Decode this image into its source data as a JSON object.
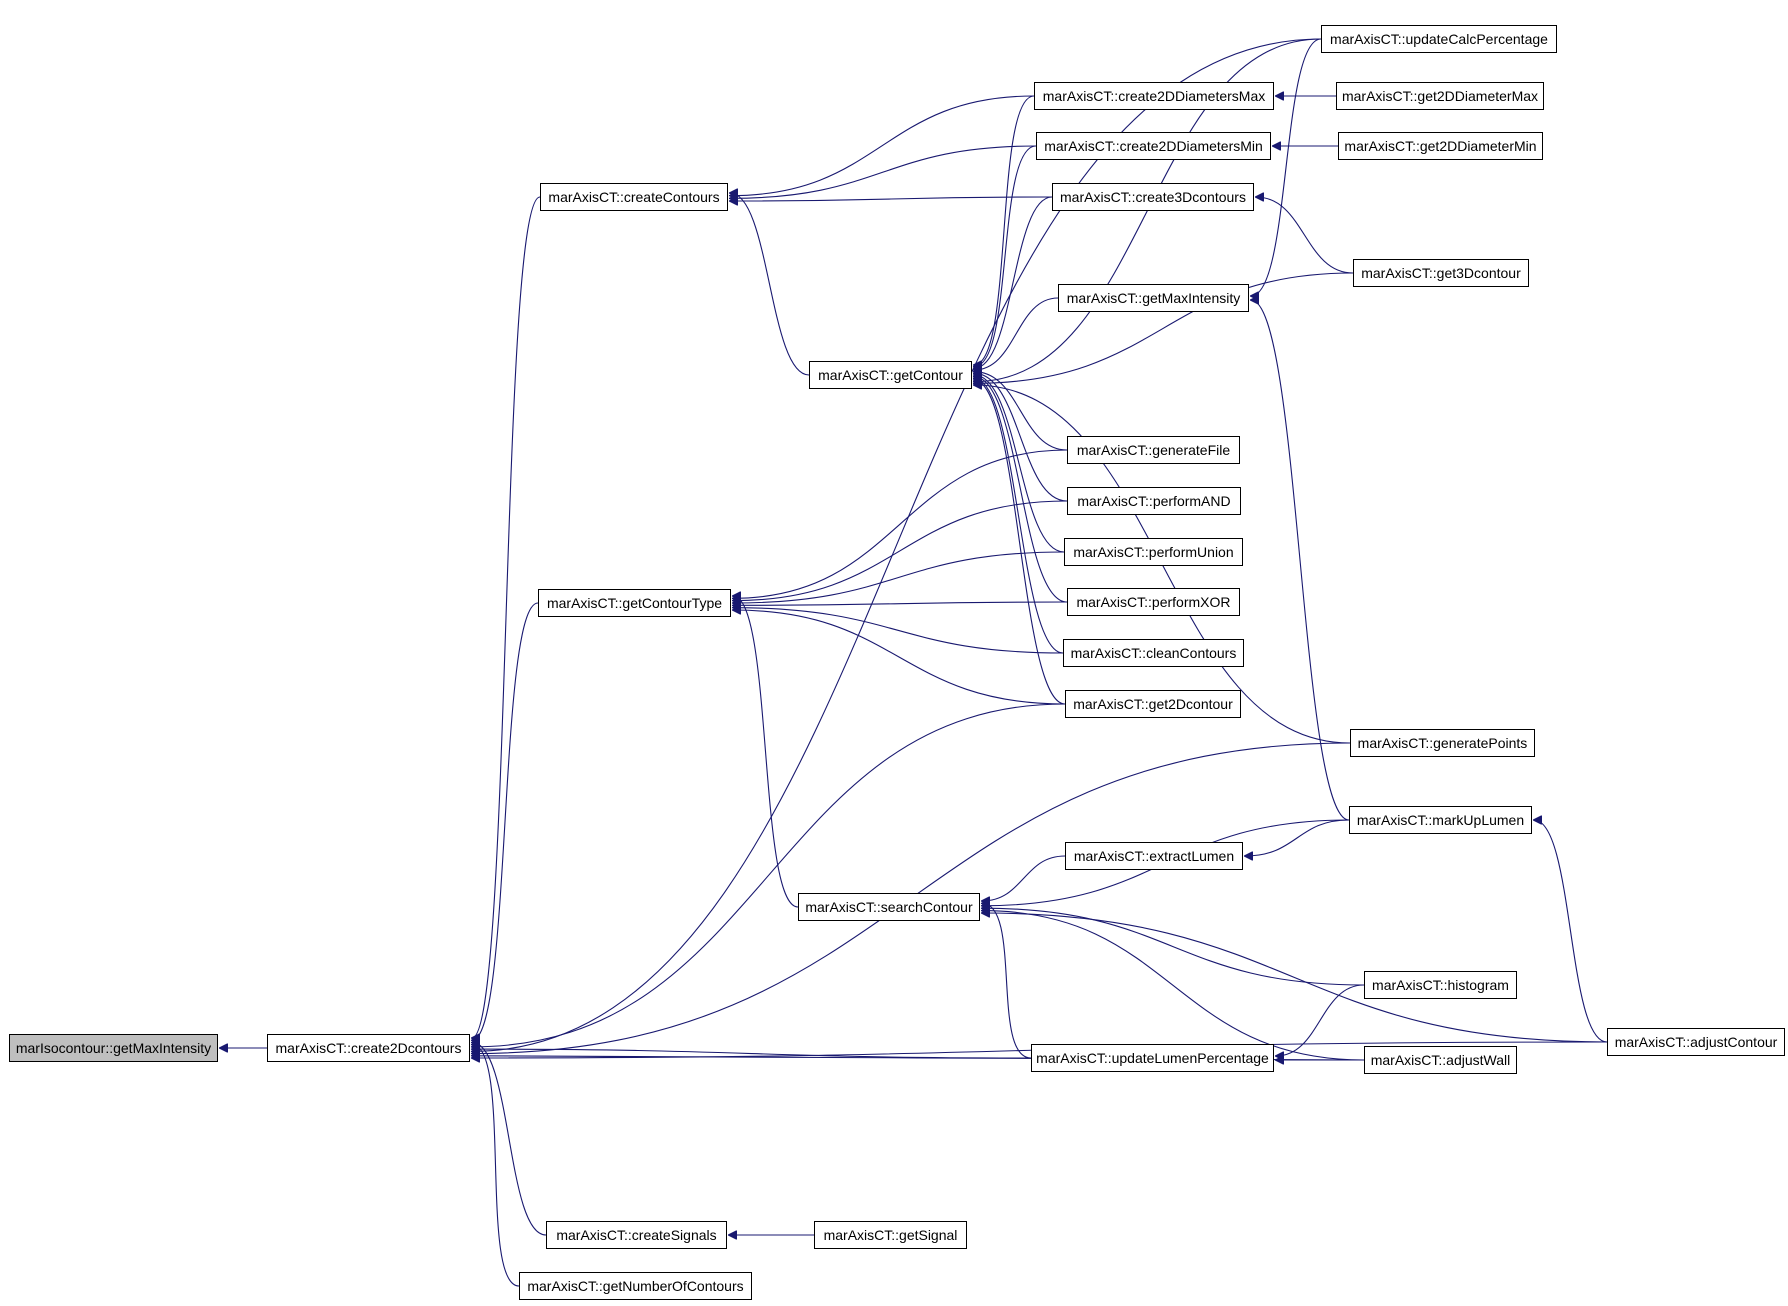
{
  "colors": {
    "edge": "#191970",
    "root_fill": "#bfbfbf",
    "node_fill": "#ffffff",
    "border": "#000000"
  },
  "nodes": {
    "n0": "marIsocontour::getMaxIntensity",
    "n1": "marAxisCT::create2Dcontours",
    "n2": "marAxisCT::createContours",
    "n3": "marAxisCT::getContourType",
    "n4": "marAxisCT::createSignals",
    "n5": "marAxisCT::getNumberOfContours",
    "n6": "marAxisCT::getContour",
    "n7": "marAxisCT::searchContour",
    "n8": "marAxisCT::create2DDiametersMax",
    "n9": "marAxisCT::create2DDiametersMin",
    "n10": "marAxisCT::create3Dcontours",
    "n11": "marAxisCT::getMaxIntensity",
    "n12": "marAxisCT::generateFile",
    "n13": "marAxisCT::performAND",
    "n14": "marAxisCT::performUnion",
    "n15": "marAxisCT::performXOR",
    "n16": "marAxisCT::cleanContours",
    "n17": "marAxisCT::get2Dcontour",
    "n18": "marAxisCT::extractLumen",
    "n19": "marAxisCT::updateLumenPercentage",
    "n20": "marAxisCT::getSignal",
    "n21": "marAxisCT::updateCalcPercentage",
    "n22": "marAxisCT::get2DDiameterMax",
    "n23": "marAxisCT::get2DDiameterMin",
    "n24": "marAxisCT::get3Dcontour",
    "n25": "marAxisCT::generatePoints",
    "n26": "marAxisCT::markUpLumen",
    "n27": "marAxisCT::histogram",
    "n28": "marAxisCT::adjustWall",
    "n29": "marAxisCT::adjustContour"
  },
  "edges": [
    [
      "n1",
      "n0"
    ],
    [
      "n2",
      "n1"
    ],
    [
      "n3",
      "n1"
    ],
    [
      "n4",
      "n1"
    ],
    [
      "n5",
      "n1"
    ],
    [
      "n17",
      "n1"
    ],
    [
      "n19",
      "n1"
    ],
    [
      "n21",
      "n1"
    ],
    [
      "n25",
      "n1"
    ],
    [
      "n28",
      "n1"
    ],
    [
      "n29",
      "n1"
    ],
    [
      "n6",
      "n2"
    ],
    [
      "n8",
      "n2"
    ],
    [
      "n9",
      "n2"
    ],
    [
      "n10",
      "n2"
    ],
    [
      "n7",
      "n3"
    ],
    [
      "n12",
      "n3"
    ],
    [
      "n13",
      "n3"
    ],
    [
      "n14",
      "n3"
    ],
    [
      "n15",
      "n3"
    ],
    [
      "n16",
      "n3"
    ],
    [
      "n17",
      "n3"
    ],
    [
      "n20",
      "n4"
    ],
    [
      "n8",
      "n6"
    ],
    [
      "n9",
      "n6"
    ],
    [
      "n10",
      "n6"
    ],
    [
      "n11",
      "n6"
    ],
    [
      "n12",
      "n6"
    ],
    [
      "n13",
      "n6"
    ],
    [
      "n14",
      "n6"
    ],
    [
      "n15",
      "n6"
    ],
    [
      "n16",
      "n6"
    ],
    [
      "n17",
      "n6"
    ],
    [
      "n21",
      "n6"
    ],
    [
      "n24",
      "n6"
    ],
    [
      "n25",
      "n6"
    ],
    [
      "n18",
      "n7"
    ],
    [
      "n19",
      "n7"
    ],
    [
      "n26",
      "n7"
    ],
    [
      "n27",
      "n7"
    ],
    [
      "n28",
      "n7"
    ],
    [
      "n29",
      "n7"
    ],
    [
      "n22",
      "n8"
    ],
    [
      "n23",
      "n9"
    ],
    [
      "n24",
      "n10"
    ],
    [
      "n21",
      "n11"
    ],
    [
      "n26",
      "n11"
    ],
    [
      "n26",
      "n18"
    ],
    [
      "n27",
      "n19"
    ],
    [
      "n28",
      "n19"
    ],
    [
      "n29",
      "n26"
    ]
  ]
}
